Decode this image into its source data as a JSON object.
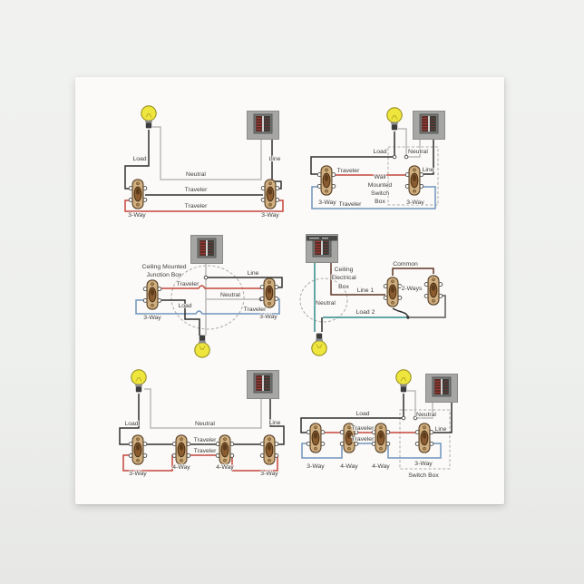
{
  "colors": {
    "wire_hot": "#303030",
    "wire_neutral": "#b9b9b7",
    "wire_traveler_red": "#c4453c",
    "wire_traveler_blue": "#6f94bd",
    "wire_neutral_teal": "#2e8b8b",
    "wire_common_brown": "#5f3525",
    "napkin": "#fbfaf8",
    "background": "#eef0ee",
    "bulb_yellow": "#efe63d",
    "panel_gray": "#a6a6a4",
    "switch_tan": "#cfae80"
  },
  "icons": {
    "bulb": "light-bulb-icon",
    "breaker_panel": "breaker-panel-icon",
    "switch": "toggle-switch-icon"
  },
  "diagrams": {
    "top_left": {
      "load": "Load",
      "line": "Line",
      "neutral": "Neutral",
      "traveler_top": "Traveler",
      "traveler_bottom": "Traveler",
      "switch_left": "3-Way",
      "switch_right": "3-Way"
    },
    "top_right": {
      "load": "Load",
      "neutral": "Neutral",
      "traveler_top": "Traveler",
      "line": "Line",
      "box_label_1": "Wall",
      "box_label_2": "Mounted",
      "box_label_3": "Switch",
      "box_label_4": "Box",
      "switch_left": "3-Way",
      "traveler_bottom": "Traveler",
      "switch_right": "3-Way"
    },
    "middle_left": {
      "box_label_1": "Ceiling Mounted",
      "box_label_2": "Junction Box",
      "line": "Line",
      "traveler_top": "Traveler",
      "neutral": "Neutral",
      "load": "Load",
      "traveler_bottom": "Traveler",
      "switch_left": "3-Way",
      "switch_right": "3-Way"
    },
    "middle_right": {
      "box_label_1": "Ceiling",
      "box_label_2": "Electrical",
      "box_label_3": "Box",
      "common": "Common",
      "two_ways": "2-Ways",
      "line_1": "Line 1",
      "neutral": "Neutral",
      "load_2": "Load 2"
    },
    "bottom_left": {
      "load": "Load",
      "neutral": "Neutral",
      "line": "Line",
      "traveler_top": "Traveler",
      "traveler_bottom": "Traveler",
      "switch_1": "3-Way",
      "switch_2": "4-Way",
      "switch_3": "4-Way",
      "switch_4": "3-Way"
    },
    "bottom_right": {
      "load": "Load",
      "neutral": "Neutral",
      "traveler_top": "Traveler",
      "traveler_bottom": "Traveler",
      "line": "Line",
      "switch_1": "3-Way",
      "switch_2": "4-Way",
      "switch_3": "4-Way",
      "switch_4": "3-Way",
      "box_label": "Switch Box"
    }
  }
}
